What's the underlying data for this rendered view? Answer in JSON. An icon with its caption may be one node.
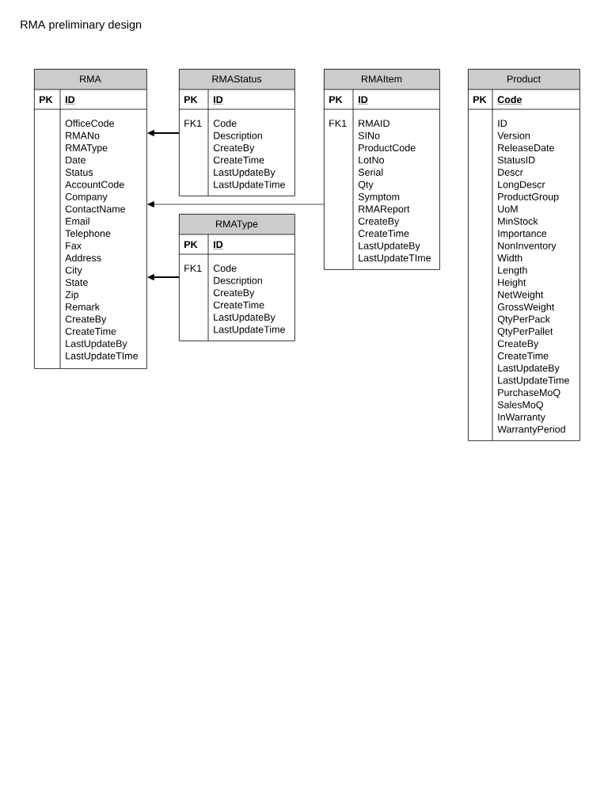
{
  "diagram": {
    "title": "RMA preliminary design",
    "nodes": [
      {
        "text": [
          "RMA",
          "PK",
          "ID",
          "OfficeCode",
          "RMANo",
          "RMAType",
          "Date",
          "Status",
          "AccountCode",
          "Company",
          "ContactName",
          "Email",
          "Telephone",
          "Fax",
          "Address",
          "City",
          "State",
          "Zip",
          "Remark",
          "CreateBy",
          "CreateTime",
          "LastUpdateBy",
          "LastUpdateTIme"
        ]
      },
      {
        "text": [
          "RMAStatus",
          "PK",
          "ID",
          "FK1",
          "Code",
          "Description",
          "CreateBy",
          "CreateTime",
          "LastUpdateBy",
          "LastUpdateTime"
        ]
      },
      {
        "text": [
          "RMAItem",
          "PK",
          "ID",
          "FK1",
          "RMAID",
          "SINo",
          "ProductCode",
          "LotNo",
          "Serial",
          "Qty",
          "Symptom",
          "RMAReport",
          "CreateBy",
          "CreateTime",
          "LastUpdateBy",
          "LastUpdateTIme"
        ]
      },
      {
        "text": [
          "Product",
          "PK",
          "Code",
          "ID",
          "Version",
          "ReleaseDate",
          "StatusID",
          "Descr",
          "LongDescr",
          "ProductGroup",
          "UoM",
          "MinStock",
          "Importance",
          "NonInventory",
          "Width",
          "Length",
          "Height",
          "NetWeight",
          "GrossWeight",
          "QtyPerPack",
          "QtyPerPallet",
          "CreateBy",
          "CreateTime",
          "LastUpdateBy",
          "LastUpdateTime",
          "PurchaseMoQ",
          "SalesMoQ",
          "InWarranty",
          "WarrantyPeriod"
        ]
      },
      {
        "text": [
          "RMAType",
          "PK",
          "ID",
          "FK1",
          "Code",
          "Description",
          "CreateBy",
          "CreateTime",
          "LastUpdateBy",
          "LastUpdateTime"
        ]
      }
    ],
    "edges": [
      {
        "from": 1,
        "to": 0,
        "arrow": "to"
      },
      {
        "from": 2,
        "to": 0,
        "arrow": "to"
      },
      {
        "from": 4,
        "to": 0,
        "arrow": "to"
      }
    ]
  }
}
